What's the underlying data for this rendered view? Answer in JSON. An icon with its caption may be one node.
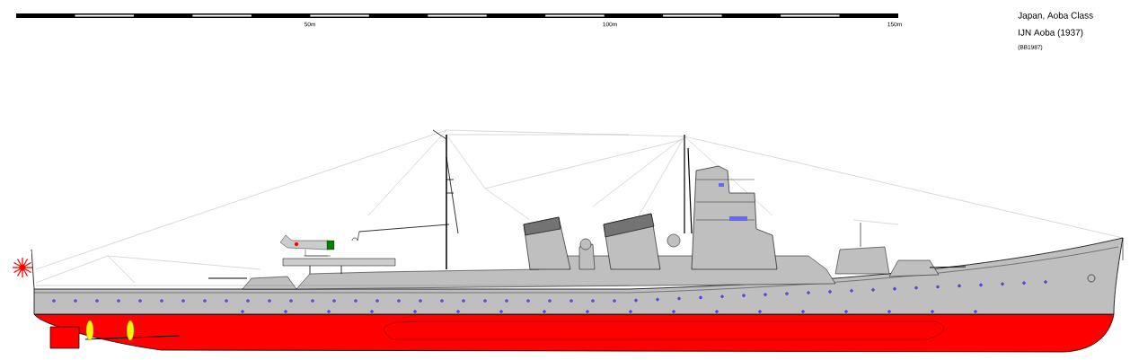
{
  "diagram": {
    "labels": [
      "50m",
      "100m",
      "150m",
      "Japan, Aoba Class",
      "IJN Aoba (1937)",
      "(BB1987)"
    ]
  }
}
